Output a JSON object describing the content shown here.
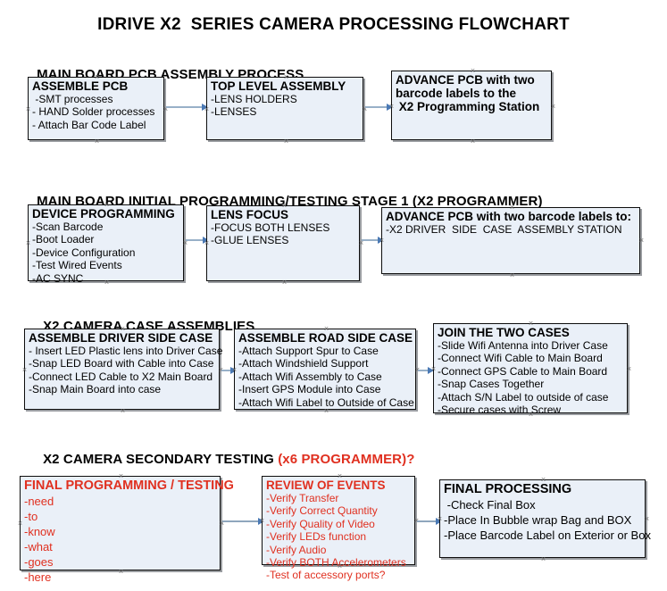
{
  "document": {
    "title": "IDRIVE X2  SERIES CAMERA PROCESSING FLOWCHART"
  },
  "colors": {
    "box_fill": "#eaf0f8",
    "box_border": "#0d0d0d",
    "connector": "#98b0c8",
    "arrowhead": "#4a79b5",
    "accent_red": "#e03020",
    "text": "#000000"
  },
  "sections": [
    {
      "id": "main-board-pcb-assembly",
      "heading": "MAIN BOARD PCB ASSEMBLY PROCESS",
      "heading_red": "",
      "boxes": [
        {
          "id": "assemble-pcb",
          "title": "ASSEMBLE PCB",
          "lines": [
            " -SMT processes",
            "- HAND Solder processes",
            "- Attach Bar Code Label"
          ]
        },
        {
          "id": "top-level-assembly",
          "title": "TOP LEVEL ASSEMBLY",
          "lines": [
            "-LENS HOLDERS",
            "-LENSES"
          ]
        },
        {
          "id": "advance-pcb-to-x2-programming-station",
          "title": "ADVANCE PCB with two",
          "lines": [
            "barcode labels to the",
            " X2 Programming Station"
          ]
        }
      ]
    },
    {
      "id": "main-board-initial-programming",
      "heading": "MAIN BOARD INITIAL PROGRAMMING/TESTING STAGE 1 (X2 PROGRAMMER)",
      "heading_red": "",
      "boxes": [
        {
          "id": "device-programming",
          "title": "DEVICE PROGRAMMING",
          "lines": [
            "-Scan Barcode",
            "-Boot Loader",
            "-Device Configuration",
            "-Test Wired Events",
            "-AC SYNC"
          ]
        },
        {
          "id": "lens-focus",
          "title": "LENS FOCUS",
          "lines": [
            "-FOCUS BOTH LENSES",
            "-GLUE LENSES"
          ]
        },
        {
          "id": "advance-pcb-to-driver-side-case",
          "title": "ADVANCE PCB with two barcode labels to:",
          "lines": [
            "-X2 DRIVER  SIDE  CASE  ASSEMBLY STATION"
          ]
        }
      ]
    },
    {
      "id": "x2-camera-case-assemblies",
      "heading": "X2 CAMERA CASE ASSEMBLIES",
      "heading_red": "",
      "boxes": [
        {
          "id": "assemble-driver-side-case",
          "title": "ASSEMBLE DRIVER SIDE CASE",
          "lines": [
            "- Insert LED Plastic lens into Driver Case",
            "-Snap LED Board with Cable into Case",
            "-Connect LED Cable to X2 Main Board",
            "-Snap Main Board into case"
          ]
        },
        {
          "id": "assemble-road-side-case",
          "title": "ASSEMBLE ROAD SIDE CASE",
          "lines": [
            "-Attach Support Spur to Case",
            "-Attach Windshield Support",
            "-Attach Wifi Assembly to Case",
            "-Insert GPS Module into Case",
            "-Attach Wifi Label to Outside of Case"
          ]
        },
        {
          "id": "join-the-two-cases",
          "title": "JOIN THE TWO CASES",
          "lines": [
            "-Slide Wifi Antenna into Driver Case",
            "-Connect Wifi Cable to Main Board",
            "-Connect GPS Cable to Main Board",
            "-Snap Cases Together",
            "-Attach S/N Label to outside of case",
            "-Secure cases with Screw"
          ]
        }
      ]
    },
    {
      "id": "x2-camera-secondary-testing",
      "heading": "X2 CAMERA SECONDARY TESTING ",
      "heading_red": "(x6 PROGRAMMER)?",
      "boxes": [
        {
          "id": "final-programming-testing",
          "title": "FINAL PROGRAMMING / TESTING",
          "lines": [
            "-need",
            "-to",
            "-know",
            "-what",
            "-goes",
            "-here"
          ]
        },
        {
          "id": "review-of-events",
          "title": "REVIEW OF EVENTS",
          "lines": [
            "-Verify Transfer",
            "-Verify Correct Quantity",
            "-Verify Quality of Video",
            "-Verify LEDs function",
            "-Verify Audio",
            "-Verify BOTH Accelerometers",
            "-Test of accessory ports?"
          ]
        },
        {
          "id": "final-processing",
          "title": "FINAL PROCESSING",
          "lines": [
            " -Check Final Box",
            "-Place In Bubble wrap Bag and BOX",
            "-Place Barcode Label on Exterior or Box"
          ]
        }
      ]
    }
  ]
}
